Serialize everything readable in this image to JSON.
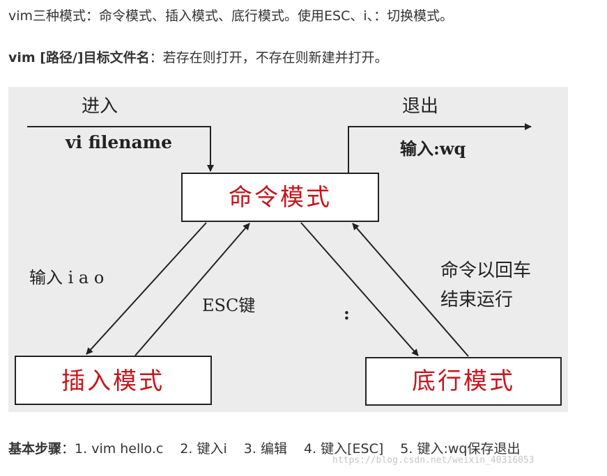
{
  "intro": {
    "text": "vim三种模式：命令模式、插入模式、底行模式。使用ESC、i、：切换模式。"
  },
  "open_file": {
    "command": "vim [路径/]目标文件名",
    "description": "：若存在则打开，不存在则新建并打开。"
  },
  "diagram": {
    "enter_label": "进入",
    "enter_command": "vi filename",
    "exit_label": "退出",
    "exit_command": "输入:wq",
    "command_mode": "命令模式",
    "insert_mode": "插入模式",
    "lastline_mode": "底行模式",
    "to_insert_label": "输入 i a o",
    "from_insert_label": "ESC键",
    "to_lastline_label": ":",
    "from_lastline_label_1": "命令以回车",
    "from_lastline_label_2": "结束运行",
    "colors": {
      "background": "#ececec",
      "box_fill": "#ffffff",
      "mode_text": "#c8141c",
      "stroke": "#222222"
    }
  },
  "steps": {
    "title": "基本步骤",
    "colon": "：",
    "items": [
      "1. vim hello.c",
      "2. 键入i",
      "3. 编辑",
      "4. 键入[ESC]",
      "5. 键入:wq保存退出"
    ]
  },
  "watermark": "https://blog.csdn.net/weixin_40316053"
}
